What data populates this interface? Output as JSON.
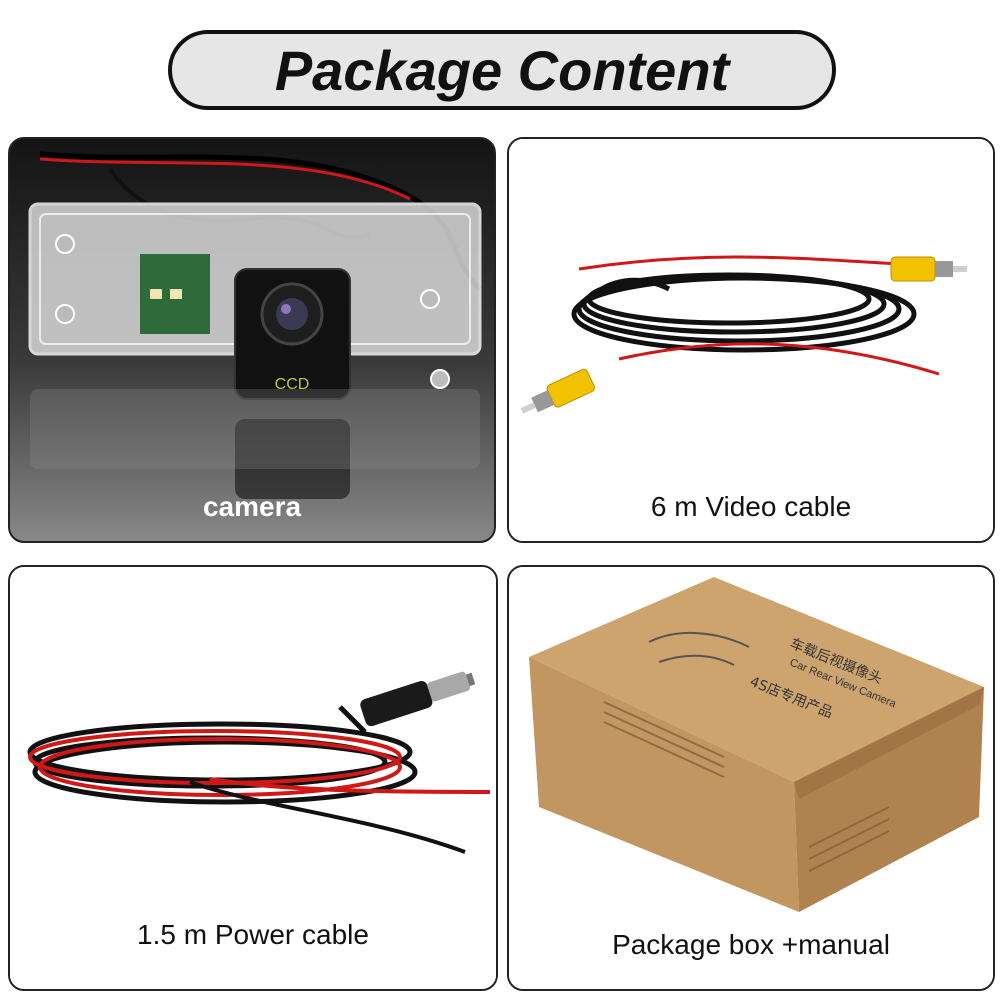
{
  "header": {
    "title": "Package Content"
  },
  "items": [
    {
      "caption": "camera",
      "icon": "camera-photo"
    },
    {
      "caption": "6 m Video cable",
      "icon": "video-cable-photo"
    },
    {
      "caption": "1.5 m Power cable",
      "icon": "power-cable-photo"
    },
    {
      "caption": "Package box +manual",
      "icon": "package-box-photo"
    }
  ],
  "camera_label": "CCD",
  "box_print": {
    "line1": "车载后视摄像头",
    "line2": "Car Rear View Camera",
    "line3": "4S店专用产品"
  },
  "colors": {
    "cable_red": "#d01818",
    "rca_yellow": "#f2c200",
    "cardboard": "#c9a06a"
  }
}
